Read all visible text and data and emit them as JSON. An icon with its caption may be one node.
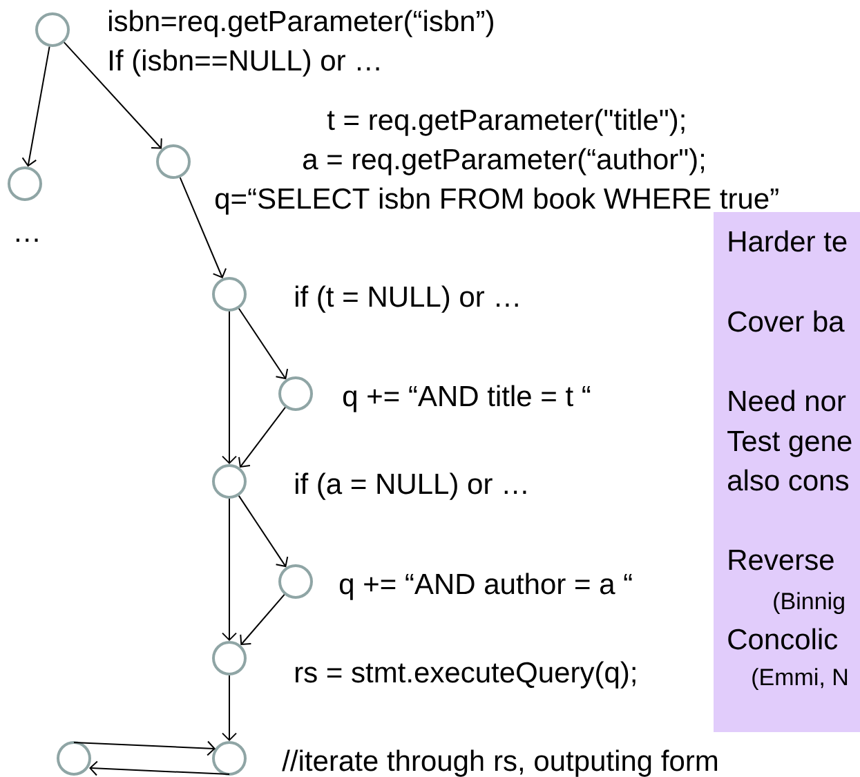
{
  "diagram": {
    "nodes": [
      {
        "text": [],
        "shape": "circle",
        "beside": [
          "isbn=req.getParameter(“isbn”)",
          "If (isbn==NULL) or …"
        ]
      },
      {
        "text": [],
        "shape": "circle",
        "beside": [
          "…"
        ]
      },
      {
        "text": [],
        "shape": "circle",
        "beside": [
          "t  = req.getParameter(\"title\");",
          "a  = req.getParameter(“author\");",
          "q=“SELECT isbn FROM book WHERE true”"
        ]
      },
      {
        "text": [],
        "shape": "circle",
        "beside": [
          "if (t = NULL)  or …"
        ]
      },
      {
        "text": [],
        "shape": "circle",
        "beside": [
          "q += “AND title = t “"
        ]
      },
      {
        "text": [],
        "shape": "circle",
        "beside": [
          "if (a = NULL)  or …"
        ]
      },
      {
        "text": [],
        "shape": "circle",
        "beside": [
          "q += “AND author = a “"
        ]
      },
      {
        "text": [],
        "shape": "circle",
        "beside": [
          "rs = stmt.executeQuery(q);"
        ]
      },
      {
        "text": [],
        "shape": "circle"
      },
      {
        "text": [],
        "shape": "circle"
      },
      {
        "text": [
          "Harder te",
          "Cover  ba",
          "Need nor",
          "Test gene",
          "also cons",
          "Reverse",
          "(Binnig",
          "Concolic",
          "(Emmi, N"
        ]
      }
    ],
    "edges": [
      {
        "from": 0,
        "to": 1,
        "arrow": "to"
      },
      {
        "from": 0,
        "to": 2,
        "arrow": "to"
      },
      {
        "from": 2,
        "to": 3,
        "arrow": "to"
      },
      {
        "from": 3,
        "to": 5,
        "arrow": "to"
      },
      {
        "from": 3,
        "to": 4,
        "arrow": "to"
      },
      {
        "from": 4,
        "to": 5,
        "arrow": "to"
      },
      {
        "from": 5,
        "to": 7,
        "arrow": "to"
      },
      {
        "from": 5,
        "to": 6,
        "arrow": "to"
      },
      {
        "from": 6,
        "to": 7,
        "arrow": "to"
      },
      {
        "from": 7,
        "to": 9,
        "arrow": "to"
      },
      {
        "from": 8,
        "to": 9,
        "arrow": "to"
      },
      {
        "from": 9,
        "to": 8,
        "arrow": "to"
      }
    ],
    "labels": [
      "//iterate through rs, outputing form"
    ]
  }
}
